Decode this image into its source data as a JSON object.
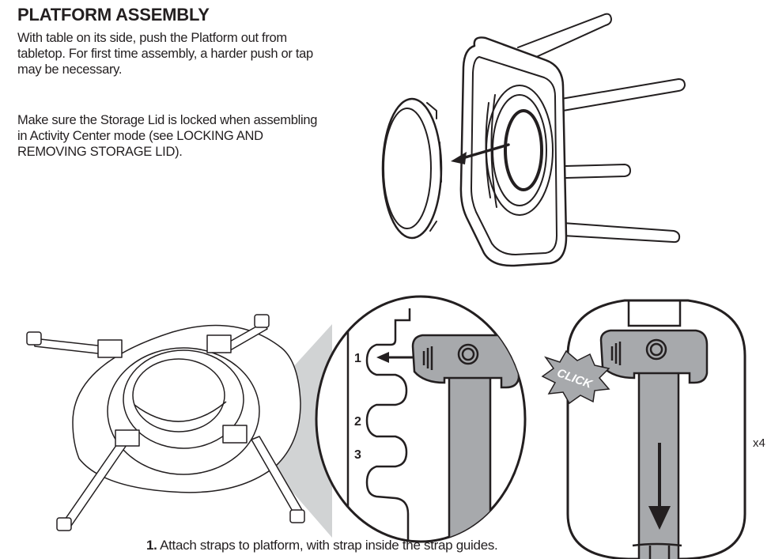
{
  "heading": "PLATFORM ASSEMBLY",
  "paragraphs": [
    "With table on its side, push the Platform out from tabletop. For first time assembly, a harder push or tap may be necessary.",
    "Make sure the Storage Lid is locked when assembling in Activity Center mode (see LOCKING AND REMOVING STORAGE LID)."
  ],
  "detail_labels": [
    "1",
    "2",
    "3"
  ],
  "click_label": "CLICK",
  "multiplier": "x4",
  "step": {
    "number": "1.",
    "text": "Attach straps to platform, with strap inside the strap guides."
  },
  "colors": {
    "ink": "#231f20",
    "gray_fill": "#d1d3d4",
    "mid_gray": "#a7a9ac"
  }
}
